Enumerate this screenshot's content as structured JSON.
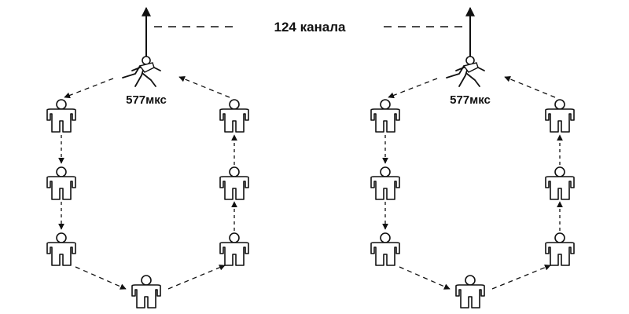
{
  "header": {
    "channels_label": "124 канала"
  },
  "rings": [
    {
      "time_label": "577мкс"
    },
    {
      "time_label": "577мкс"
    }
  ],
  "colors": {
    "stroke": "#111111",
    "fill": "#ffffff",
    "background": "#ffffff"
  },
  "icons": {
    "user": "person-icon",
    "walker": "walking-person-icon",
    "link": "dashed-arrow-icon",
    "antenna": "up-arrow-icon"
  }
}
